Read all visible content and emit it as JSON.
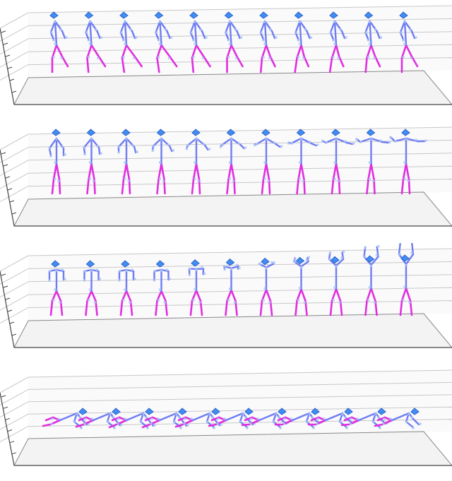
{
  "colors": {
    "upper_body": "#6f7df2",
    "lower_body": "#e02ee0",
    "head": "#3f8ef0",
    "joints": "#a9c4f5",
    "floor": "#f3f3f3",
    "grid": "#c8c8c8"
  },
  "sequences": [
    {
      "name": "",
      "pose_kind": "walk",
      "frames": 11
    },
    {
      "name": "",
      "pose_kind": "stand",
      "frames": 11
    },
    {
      "name": "",
      "pose_kind": "raise-arms",
      "frames": 11
    },
    {
      "name": "",
      "pose_kind": "crawl",
      "frames": 11
    }
  ]
}
